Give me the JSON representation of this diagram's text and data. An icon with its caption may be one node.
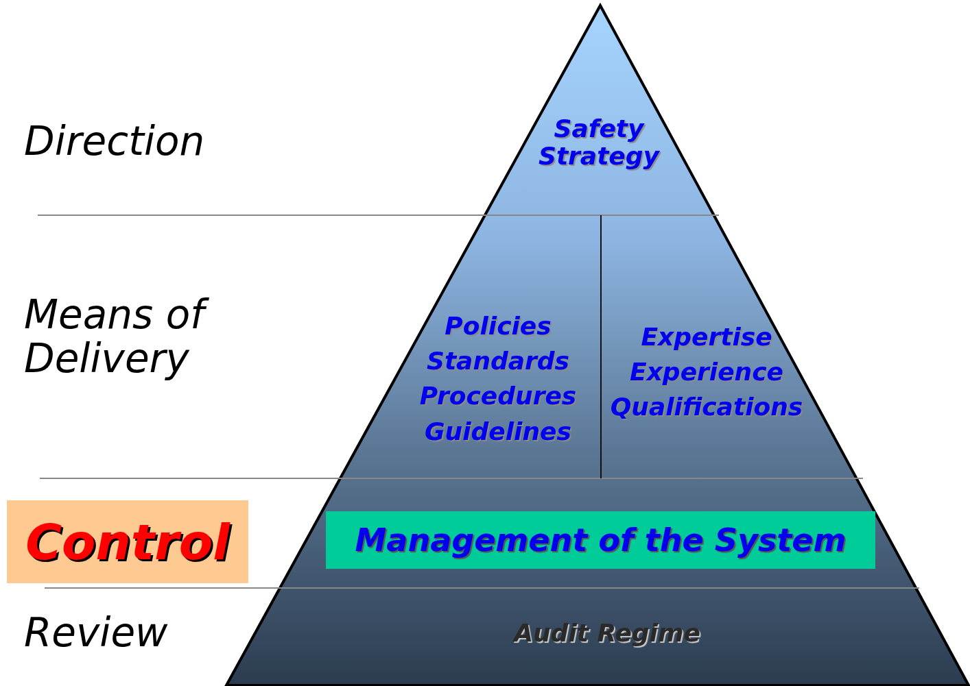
{
  "diagram": {
    "nodes": [
      {
        "text": [
          "Control"
        ]
      },
      {
        "text": [
          "Management of the System"
        ]
      }
    ],
    "edges": [],
    "labels": [
      "Direction",
      "Safety Strategy",
      "Means of Delivery",
      "Policies",
      "Standards",
      "Procedures",
      "Guidelines",
      "Expertise",
      "Experience",
      "Qualifications",
      "Review",
      "Audit Regime"
    ]
  }
}
